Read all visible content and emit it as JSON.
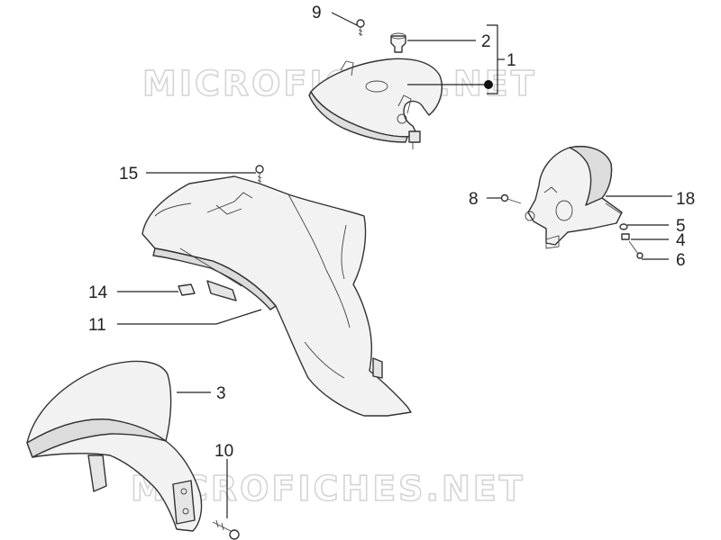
{
  "watermark": {
    "text": "MICROFICHES.NET"
  },
  "callouts": [
    {
      "id": "c9",
      "label": "9"
    },
    {
      "id": "c2",
      "label": "2"
    },
    {
      "id": "c1",
      "label": "1"
    },
    {
      "id": "c15",
      "label": "15"
    },
    {
      "id": "c8",
      "label": "8"
    },
    {
      "id": "c18",
      "label": "18"
    },
    {
      "id": "c5",
      "label": "5"
    },
    {
      "id": "c4",
      "label": "4"
    },
    {
      "id": "c6",
      "label": "6"
    },
    {
      "id": "c14",
      "label": "14"
    },
    {
      "id": "c11",
      "label": "11"
    },
    {
      "id": "c3",
      "label": "3"
    },
    {
      "id": "c10",
      "label": "10"
    }
  ],
  "colors": {
    "line": "#222222",
    "part_fill": "#f2f2f2",
    "part_shade": "#d9d9d9",
    "dot": "#111111",
    "watermark": "#d4d4d4"
  }
}
